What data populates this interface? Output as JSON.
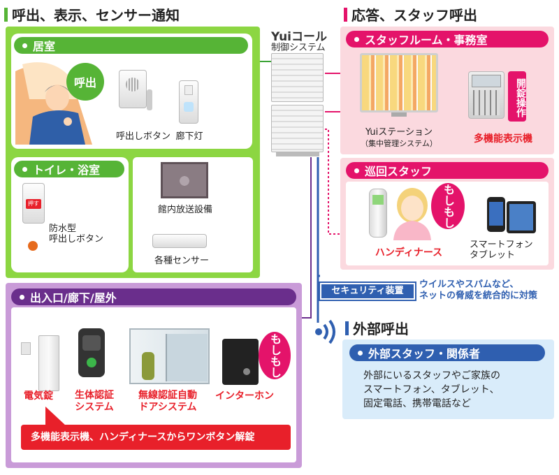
{
  "sections": {
    "left_title": "呼出、表示、センサー通知",
    "right_title": "応答、スタッフ呼出",
    "external_title": "外部呼出"
  },
  "brand": {
    "logo": "Yuiコール",
    "subtitle": "制御システム"
  },
  "rooms": {
    "living": "居室",
    "toilet": "トイレ・浴室",
    "entrance": "出入口/廊下/屋外",
    "staff_room": "スタッフルーム・事務室",
    "patrol": "巡回スタッフ",
    "external_staff": "外部スタッフ・関係者"
  },
  "devices": {
    "call_bubble": "呼出",
    "call_button": "呼出しボタン",
    "corridor_light": "廊下灯",
    "waterproof_button": "防水型\n呼出しボタン",
    "button_tag": "押す",
    "broadcast": "館内放送設備",
    "sensors": "各種センサー",
    "yui_station": "Yuiステーション",
    "yui_station_sub": "（集中管理システム）",
    "multi_display": "多機能表示機",
    "unlock_op": "開錠操作",
    "handy_nurse": "ハンディナース",
    "moshi1": "もしもし",
    "smartphone": "スマートフォン\nタブレット",
    "security_device": "セキュリティ装置",
    "security_note": "ウイルスやスパムなど、\nネットの脅威を統合的に対策",
    "electric_lock": "電気錠",
    "biometric": "生体認証\nシステム",
    "wireless_door": "無線認証自動\nドアシステム",
    "intercom": "インターホン",
    "moshi2": "もしもし",
    "unlock_note": "多機能表示機、ハンディナースからワンボタン解錠",
    "external_desc": "外部にいるスタッフやご家族の\nスマートフォン、タブレット、\n固定電話、携帯電話など"
  },
  "colors": {
    "green": "#56b436",
    "green_border": "#8cd642",
    "pink": "#e4136a",
    "pink_bg": "#fbd9df",
    "purple": "#6a2e8c",
    "purple_border": "#c99bd8",
    "blue": "#2f5fb0",
    "blue_bg": "#d9ecfa",
    "red": "#e8202a"
  }
}
